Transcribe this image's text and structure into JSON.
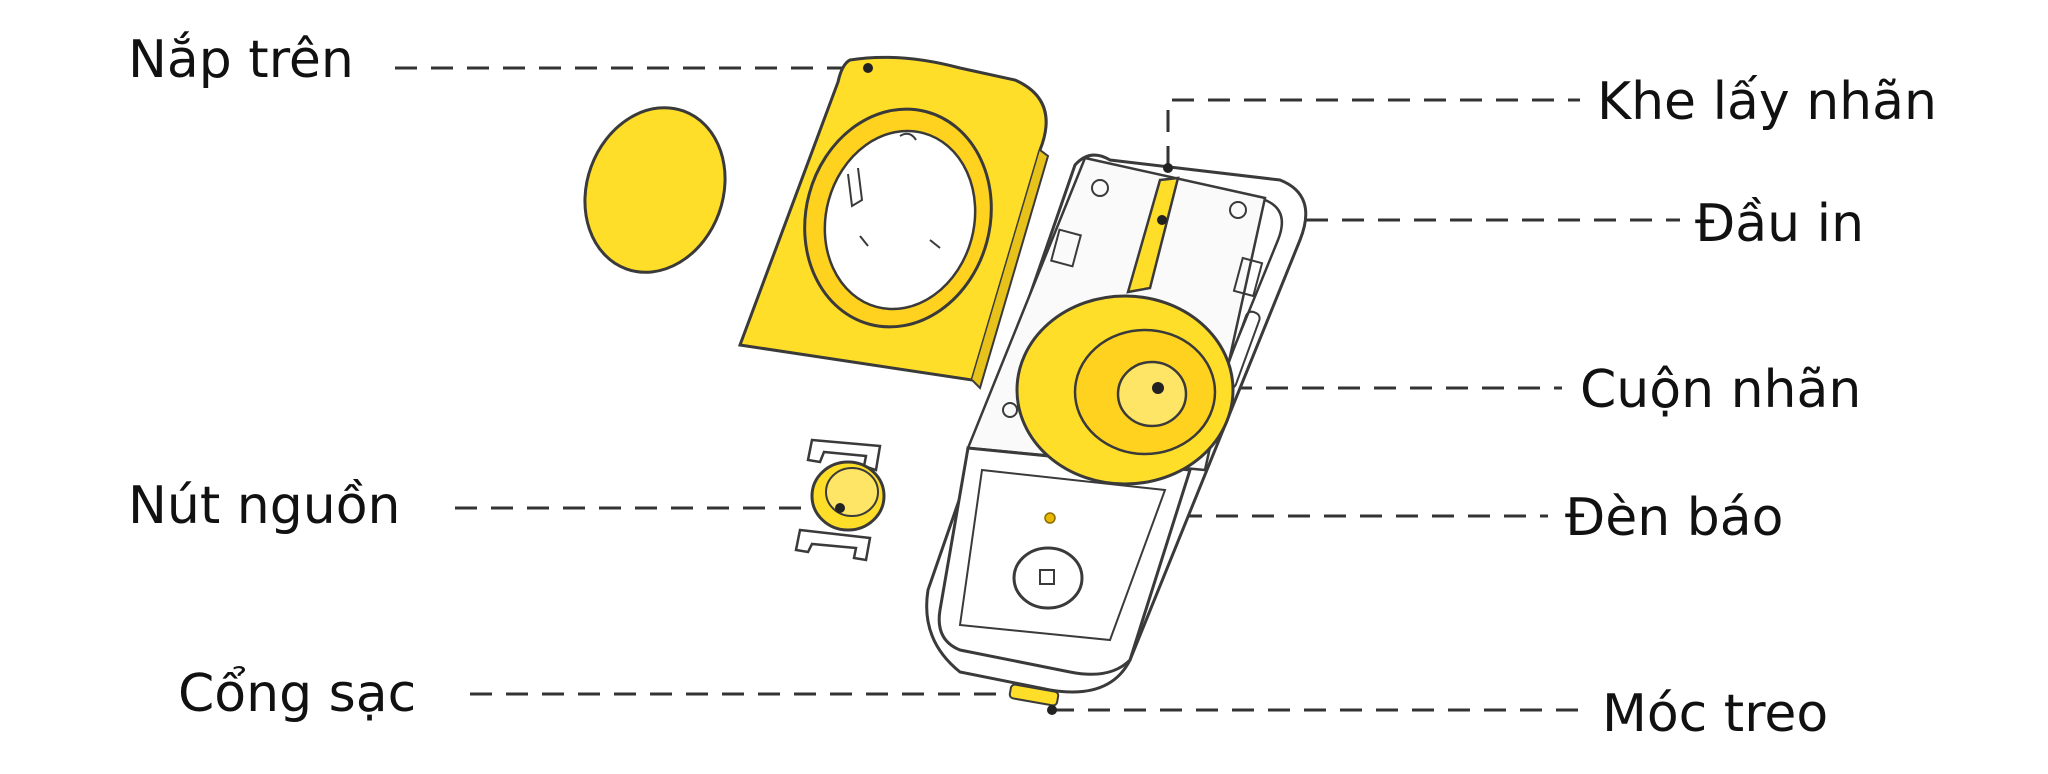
{
  "labels": {
    "top_cover": "Nắp trên",
    "power_button": "Nút nguồn",
    "charging_port": "Cổng sạc",
    "label_slot": "Khe lấy nhãn",
    "print_head": "Đầu in",
    "label_roll": "Cuộn nhãn",
    "indicator_light": "Đèn báo",
    "hanging_hook": "Móc treo"
  },
  "colors": {
    "accent_yellow": "#FFDE2A",
    "outline": "#3a3a3a",
    "leader_line": "#333333",
    "text": "#111111"
  }
}
